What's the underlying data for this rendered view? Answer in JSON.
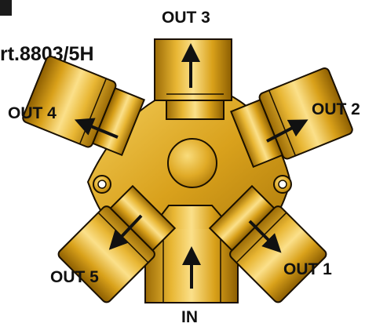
{
  "figure": {
    "model": "rt.8803/5H",
    "ports": {
      "out3": "OUT 3",
      "out4": "OUT 4",
      "out2": "OUT 2",
      "out5": "OUT 5",
      "out1": "OUT 1",
      "in": "IN"
    }
  },
  "colors": {
    "brass_fill": "#d9a520",
    "brass_light": "#f6d66b",
    "brass_dark": "#8a5c00",
    "outline": "#1a1000",
    "arrow": "#111111"
  }
}
